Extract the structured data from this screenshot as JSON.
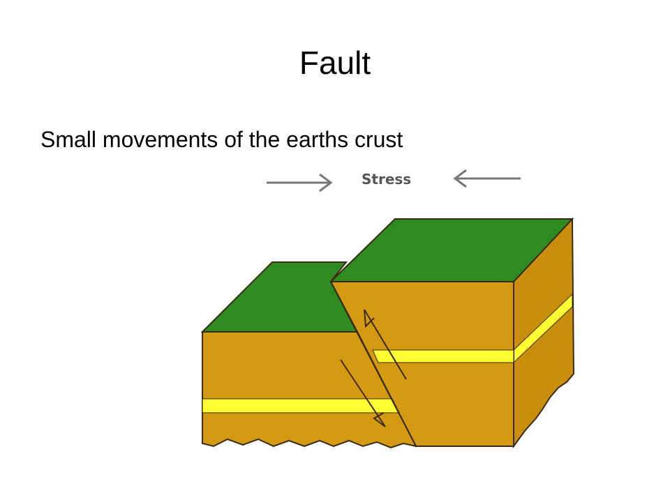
{
  "slide": {
    "title": "Fault",
    "bullet": "Small movements of the earths crust"
  },
  "diagram": {
    "stress_label": "Stress",
    "colors": {
      "surface": "#2e8b1f",
      "rock": "#d49a12",
      "rock_side": "#c98f0c",
      "rock_layer": "#ffff33",
      "outline": "#3a2a10",
      "arrow": "#777777"
    },
    "icons": [
      "arrow-right-icon",
      "arrow-left-icon",
      "slip-arrow-up-icon",
      "slip-arrow-down-icon"
    ]
  }
}
